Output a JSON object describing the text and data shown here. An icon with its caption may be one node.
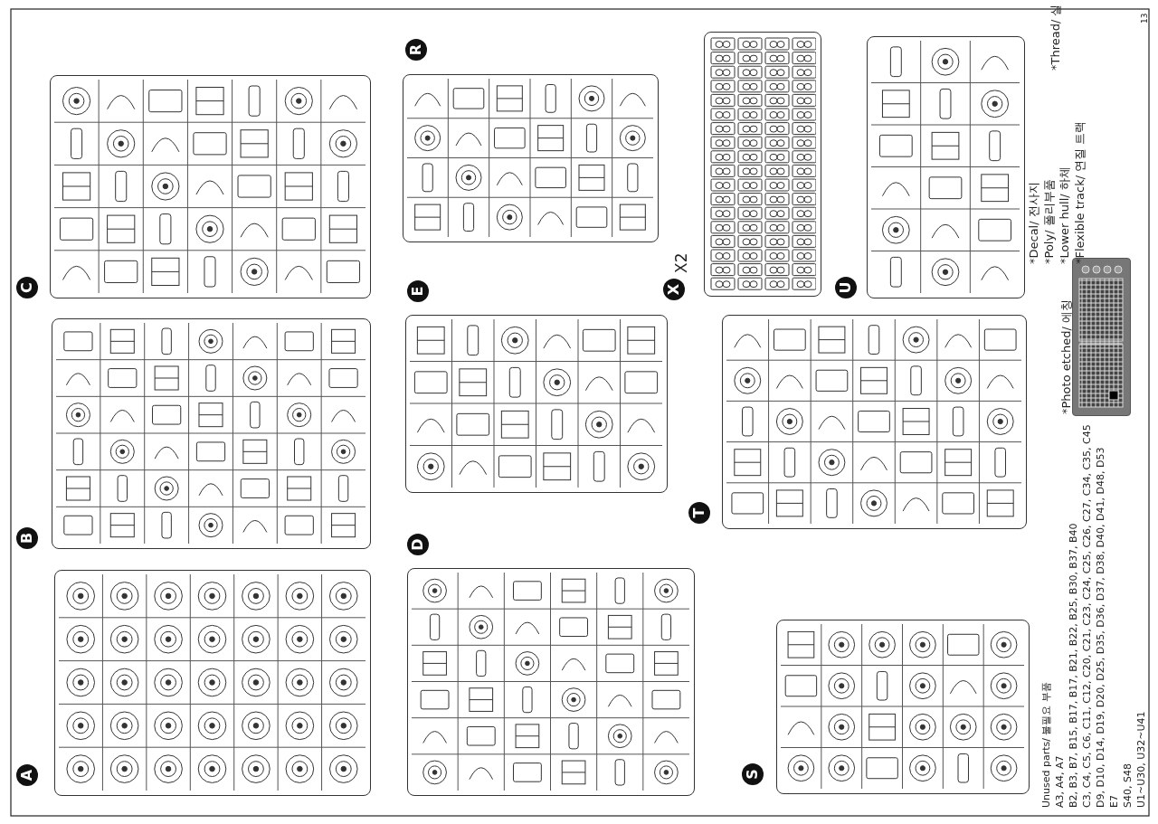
{
  "diagram": {
    "nodes": [
      {
        "text": [],
        "shape": "box",
        "beside": [
          "C"
        ]
      },
      {
        "text": [],
        "shape": "box",
        "beside": [
          "B"
        ]
      },
      {
        "text": [],
        "shape": "box",
        "beside": [
          "A"
        ]
      },
      {
        "text": [],
        "shape": "box",
        "beside": [
          "R"
        ]
      },
      {
        "text": [],
        "shape": "box",
        "beside": [
          "E"
        ]
      },
      {
        "text": [],
        "shape": "box",
        "beside": [
          "D"
        ]
      },
      {
        "text": [],
        "shape": "box",
        "beside": [
          "X",
          "X2"
        ]
      },
      {
        "text": [],
        "shape": "box",
        "beside": [
          "U"
        ]
      },
      {
        "text": [],
        "shape": "box",
        "beside": [
          "T"
        ]
      },
      {
        "text": [],
        "shape": "box",
        "beside": [
          "S"
        ]
      },
      {
        "text": [],
        "shape": "picture",
        "beside": [
          "*Photo etched/ 에칭"
        ]
      }
    ],
    "labels": [
      "*Thread/ 실",
      "*Decal/ 전사지",
      "*Poly/ 폴리부품",
      "*Lower hull/ 하체",
      "*Flexible track/ 연질 트랙",
      "Unused parts/ 불필요 부품",
      "A3, A4, A7",
      "B2, B3, B7, B15, B17, B17, B21, B22, B25, B30, B37, B40",
      "C3, C4, C5, C6, C11, C12, C20, C21, C23, C24, C25, C26, C27, C34, C35, C45",
      "D9, D10, D14, D19, D20, D25, D35, D36, D37, D38, D40, D41, D48, D53",
      "E7",
      "S40, S48",
      "U1~U30, U32~U41",
      "13"
    ]
  }
}
